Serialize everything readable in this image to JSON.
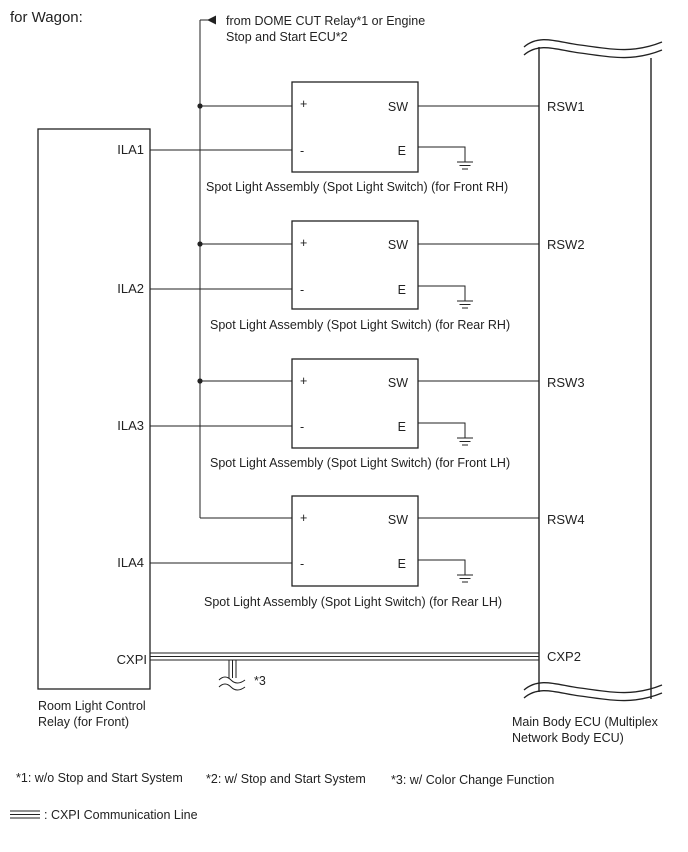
{
  "header": "for Wagon:",
  "source_note": [
    "from DOME CUT Relay*1 or Engine",
    "Stop and Start ECU*2"
  ],
  "room_relay": {
    "label": [
      "Room Light Control",
      "Relay (for Front)"
    ],
    "pins": [
      "ILA1",
      "ILA2",
      "ILA3",
      "ILA4",
      "CXPI"
    ]
  },
  "main_ecu": {
    "label": [
      "Main Body ECU (Multiplex",
      "Network Body ECU)"
    ],
    "pins": [
      "RSW1",
      "RSW2",
      "RSW3",
      "RSW4",
      "CXP2"
    ]
  },
  "switches": [
    {
      "name": "Spot Light Assembly (Spot Light Switch) (for Front RH)",
      "plus": "+",
      "minus": "-",
      "sw": "SW",
      "e": "E"
    },
    {
      "name": "Spot Light Assembly (Spot Light Switch) (for Rear RH)",
      "plus": "+",
      "minus": "-",
      "sw": "SW",
      "e": "E"
    },
    {
      "name": "Spot Light Assembly (Spot Light Switch) (for Front LH)",
      "plus": "+",
      "minus": "-",
      "sw": "SW",
      "e": "E"
    },
    {
      "name": "Spot Light Assembly (Spot Light Switch) (for Rear LH)",
      "plus": "+",
      "minus": "-",
      "sw": "SW",
      "e": "E"
    }
  ],
  "cxpi_branch_note": "*3",
  "footnotes": [
    "*1: w/o Stop and Start System",
    "*2: w/ Stop and Start System",
    "*3: w/ Color Change Function"
  ],
  "legend": ": CXPI Communication Line"
}
